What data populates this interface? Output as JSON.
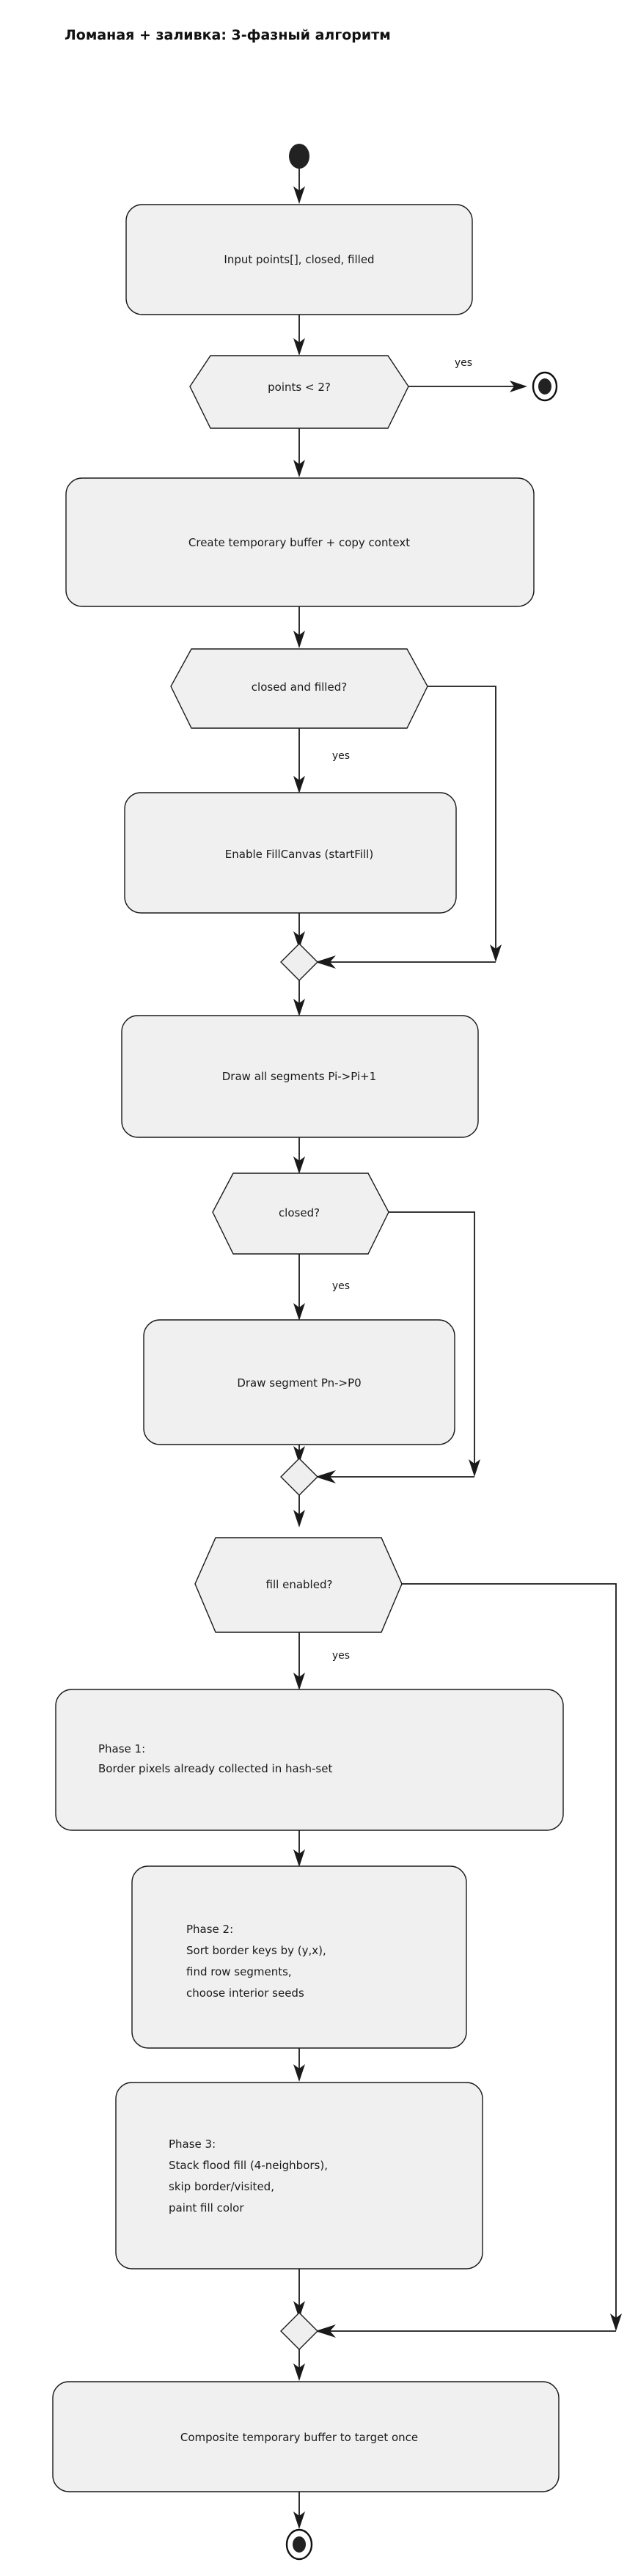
{
  "diagram": {
    "title": "Ломаная + заливка: 3-фазный алгоритм",
    "type": "activity-flowchart",
    "colors": {
      "node_fill": "#f0f0f0",
      "node_stroke": "#1a1a1a",
      "text": "#1a1a1a",
      "terminal": "#222222",
      "background": "#ffffff"
    },
    "nodes": {
      "start": {
        "kind": "start-node",
        "label": ""
      },
      "input": {
        "kind": "action",
        "label": "Input points[], closed, filled"
      },
      "points_lt2": {
        "kind": "decision",
        "label": "points < 2?"
      },
      "early_end": {
        "kind": "end-node",
        "label": ""
      },
      "create_buffer": {
        "kind": "action",
        "label": "Create temporary buffer + copy context"
      },
      "closed_and_filled": {
        "kind": "decision",
        "label": "closed and filled?"
      },
      "enable_fill": {
        "kind": "action",
        "label": "Enable FillCanvas (startFill)"
      },
      "merge1": {
        "kind": "merge",
        "label": ""
      },
      "draw_all_segments": {
        "kind": "action",
        "label": "Draw all segments Pi->Pi+1"
      },
      "closed_q": {
        "kind": "decision",
        "label": "closed?"
      },
      "draw_closing": {
        "kind": "action",
        "label": "Draw segment Pn->P0"
      },
      "merge2": {
        "kind": "merge",
        "label": ""
      },
      "fill_enabled": {
        "kind": "decision",
        "label": "fill enabled?"
      },
      "phase1": {
        "kind": "action",
        "label": "Phase 1:\nBorder pixels already collected in hash-set",
        "lines": [
          "Phase 1:",
          "Border pixels already collected in hash-set"
        ]
      },
      "phase2": {
        "kind": "action",
        "label": "Phase 2:\nSort border keys by (y,x),\nfind row segments,\nchoose interior seeds",
        "lines": [
          "Phase 2:",
          "Sort border keys by (y,x),",
          "find row segments,",
          "choose interior seeds"
        ]
      },
      "phase3": {
        "kind": "action",
        "label": "Phase 3:\nStack flood fill (4-neighbors),\nskip border/visited,\npaint fill color",
        "lines": [
          "Phase 3:",
          "Stack flood fill (4-neighbors),",
          "skip border/visited,",
          "paint fill color"
        ]
      },
      "merge3": {
        "kind": "merge",
        "label": ""
      },
      "composite": {
        "kind": "action",
        "label": "Composite temporary buffer to target once"
      },
      "final_end": {
        "kind": "end-node",
        "label": ""
      }
    },
    "edge_labels": {
      "points_lt2_yes": "yes",
      "closed_and_filled_yes": "yes",
      "closed_q_yes": "yes",
      "fill_enabled_yes": "yes"
    }
  }
}
